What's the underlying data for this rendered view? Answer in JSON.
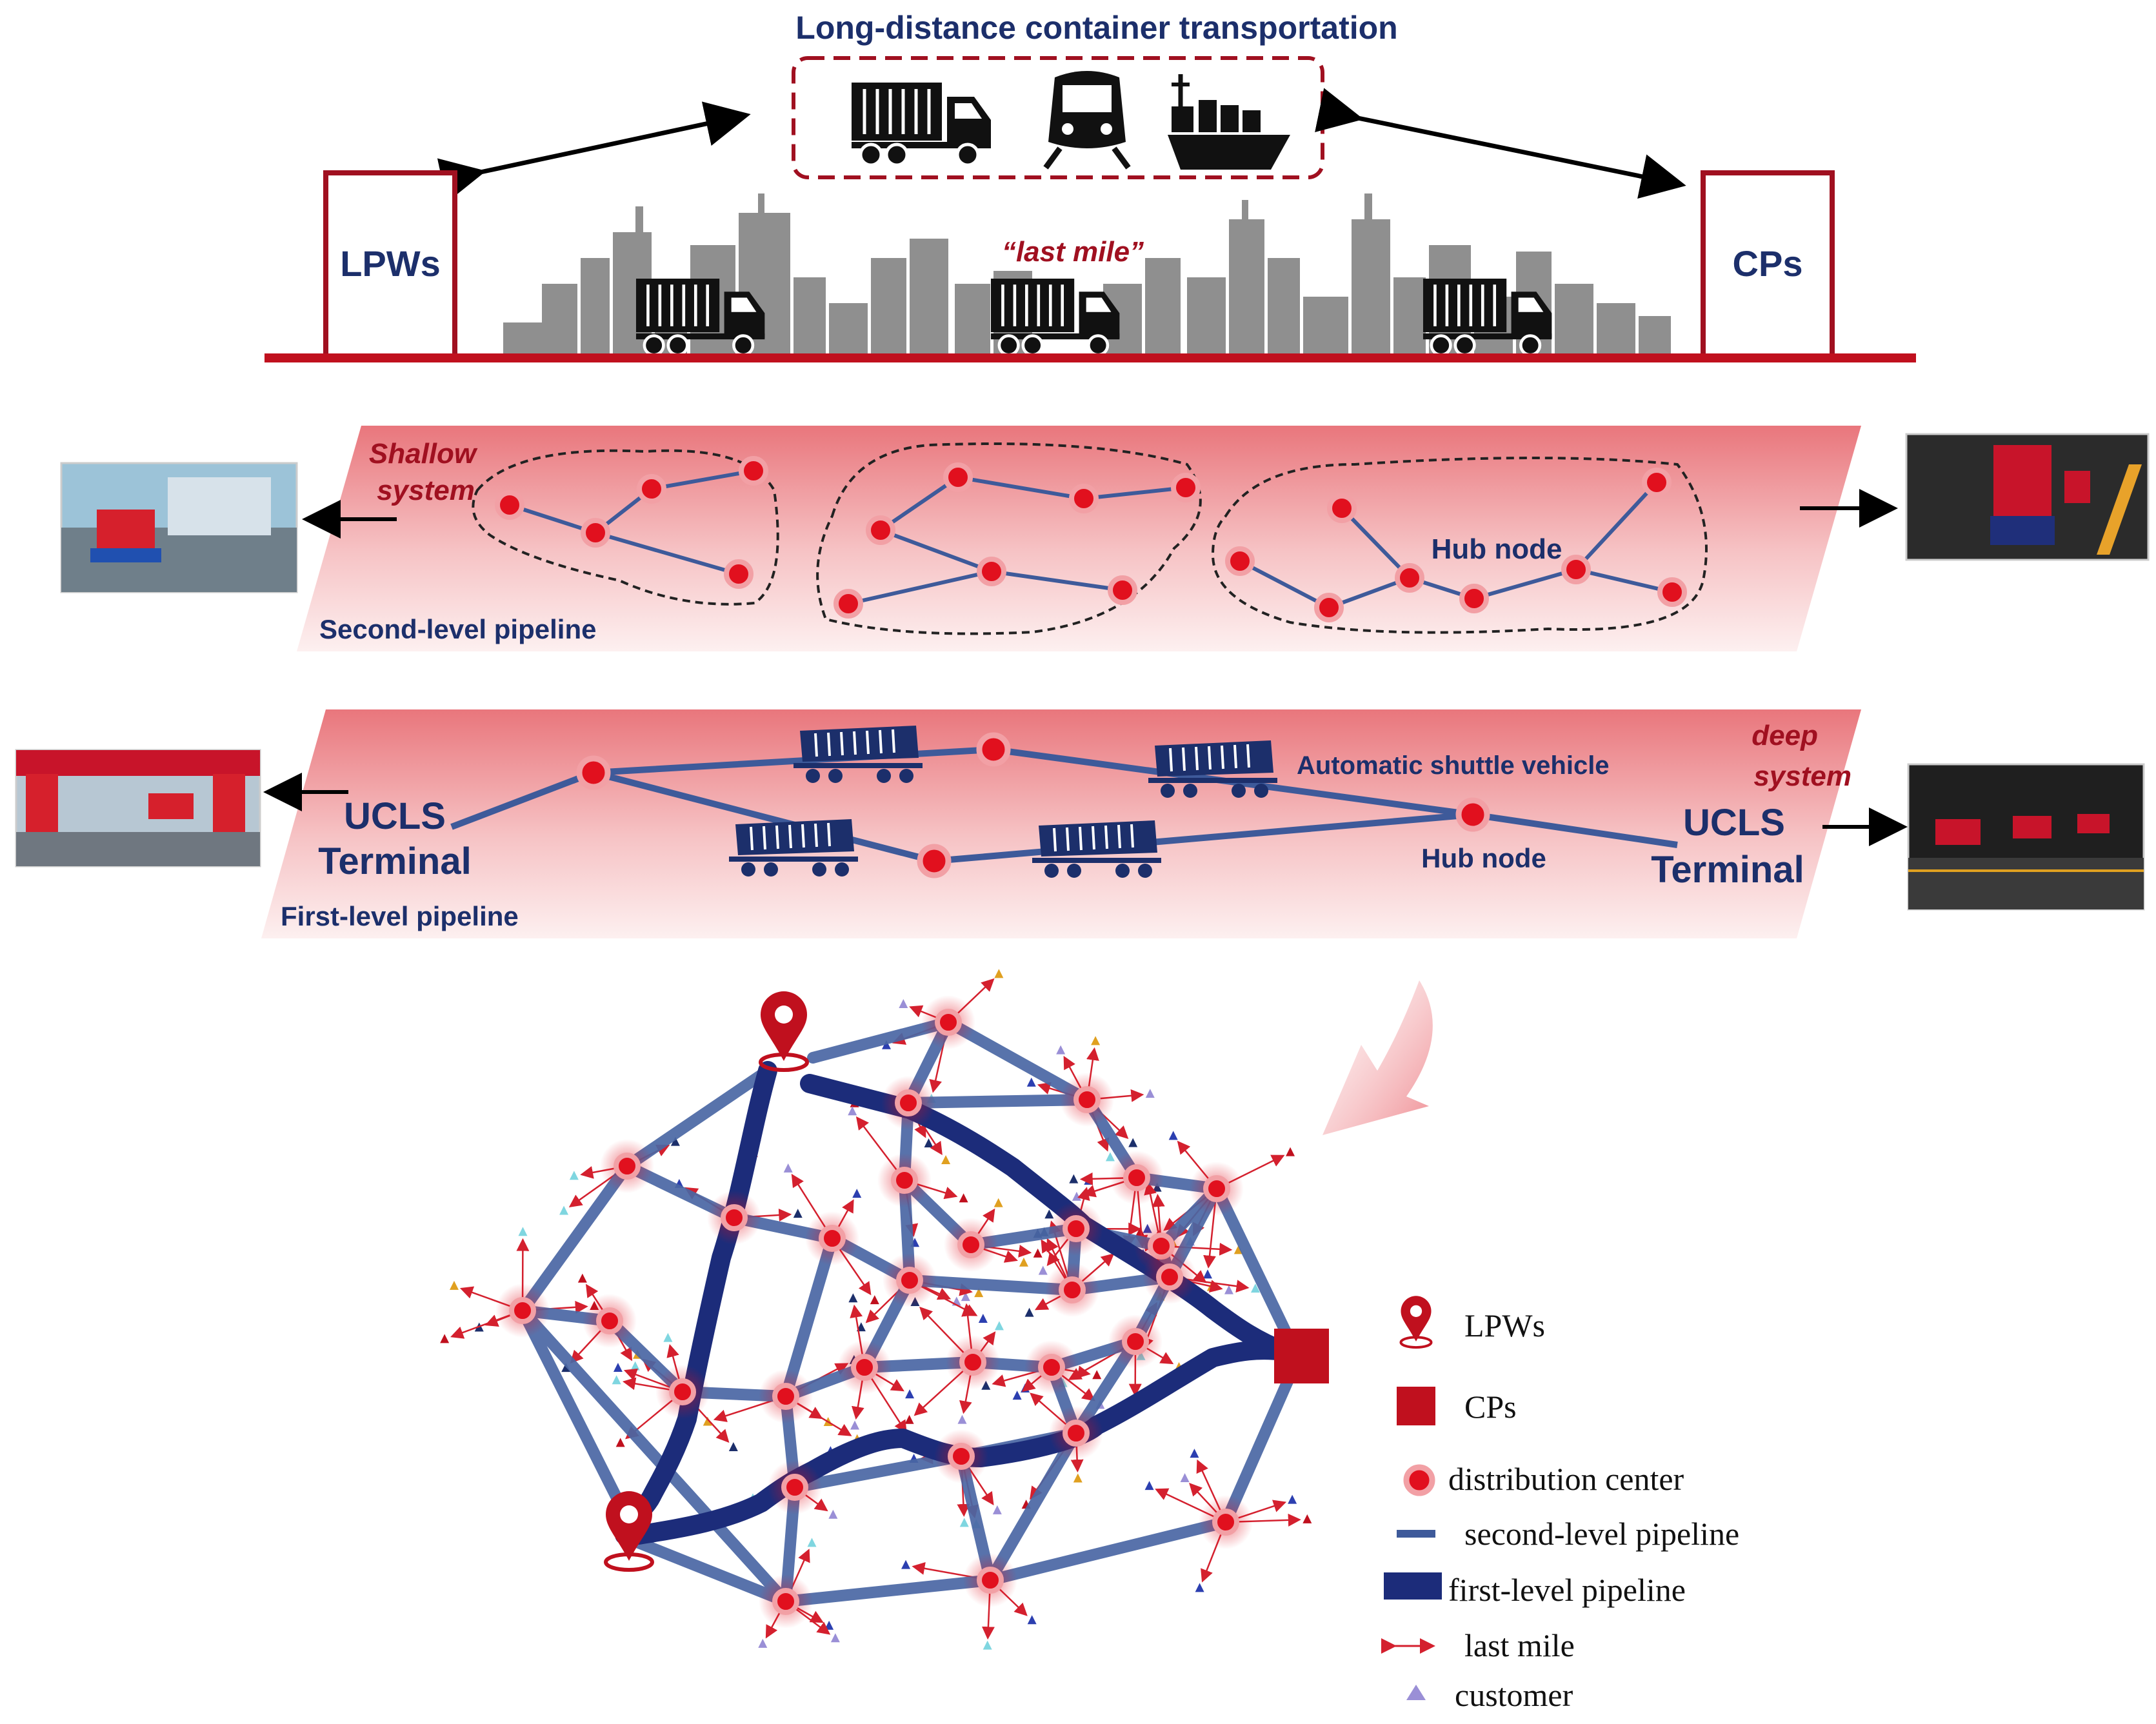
{
  "top": {
    "title": "Long-distance container transportation",
    "left_box": "LPWs",
    "right_box": "CPs",
    "last_mile": "“last mile”"
  },
  "shallow": {
    "label_line1": "Shallow",
    "label_line2": "system",
    "pipeline_label": "Second-level pipeline",
    "hub_label": "Hub node"
  },
  "deep": {
    "label_line1": "deep",
    "label_line2": "system",
    "pipeline_label": "First-level pipeline",
    "vehicle_label": "Automatic shuttle vehicle",
    "hub_label": "Hub node",
    "left_terminal_line1": "UCLS",
    "left_terminal_line2": "Terminal",
    "right_terminal_line1": "UCLS",
    "right_terminal_line2": "Terminal"
  },
  "legend": [
    {
      "key": "lpw",
      "label": "LPWs"
    },
    {
      "key": "cp",
      "label": "CPs"
    },
    {
      "key": "dc",
      "label": "distribution center"
    },
    {
      "key": "second",
      "label": "second-level pipeline"
    },
    {
      "key": "first",
      "label": "first-level pipeline"
    },
    {
      "key": "lastmile",
      "label": "last mile"
    },
    {
      "key": "customer",
      "label": "customer"
    }
  ],
  "colors": {
    "navy": "#1c2f6b",
    "pipe": "#3e5a9a",
    "red": "#c0101e",
    "dark_red": "#a01020",
    "pink": "#f4a9ad",
    "gray": "#8a8a8a"
  },
  "icons": [
    "truck-icon",
    "train-icon",
    "ship-icon",
    "container-wagon-icon",
    "location-pin-icon",
    "city-skyline-icon"
  ]
}
